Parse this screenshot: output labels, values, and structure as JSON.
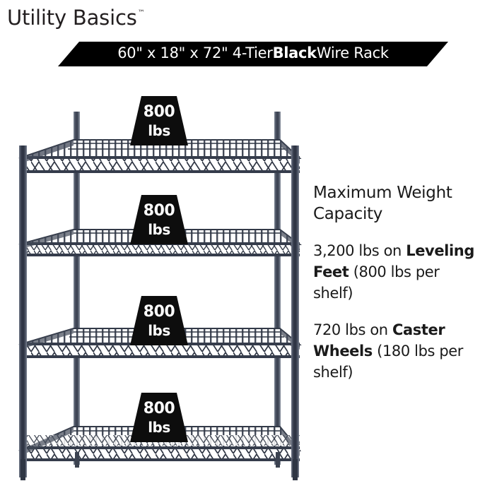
{
  "brand": {
    "name": "Utility Basics",
    "trademark": "™"
  },
  "banner": {
    "prefix": "60\" x 18\" x 72\" 4-Tier ",
    "emphasis": "Black",
    "suffix": " Wire Rack",
    "background": "#000000",
    "text_color": "#ffffff"
  },
  "copy": {
    "heading": "Maximum Weight Capacity",
    "paragraphs": [
      {
        "lead": "3,200 lbs on ",
        "bold": "Leveling Feet",
        "tail": " (800 lbs per shelf)"
      },
      {
        "lead": "720 lbs on ",
        "bold": "Caster Wheels",
        "tail": " (180 lbs per shelf)"
      }
    ]
  },
  "rack": {
    "tier_count": 4,
    "frame_color": "#3a4050",
    "wire_color": "#2d3340",
    "callout_background": "#0d0d0d",
    "callout_text_color": "#ffffff",
    "callouts": [
      {
        "value": "800",
        "unit": "lbs"
      },
      {
        "value": "800",
        "unit": "lbs"
      },
      {
        "value": "800",
        "unit": "lbs"
      },
      {
        "value": "800",
        "unit": "lbs"
      }
    ]
  }
}
